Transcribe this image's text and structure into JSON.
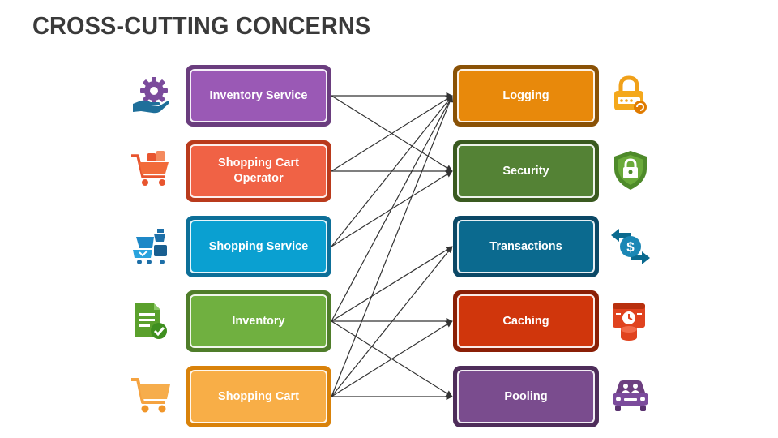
{
  "title": "CROSS-CUTTING CONCERNS",
  "left_nodes": [
    {
      "label": "Inventory Service",
      "outer": "#6a3d7e",
      "inner": "#9a59b5",
      "icon": "gear-hand-icon"
    },
    {
      "label": "Shopping Cart\nOperator",
      "outer": "#b93a1c",
      "inner": "#f06245",
      "icon": "shopping-cart-boxes-icon"
    },
    {
      "label": "Shopping Service",
      "outer": "#0d6f98",
      "inner": "#0aa0d1",
      "icon": "online-shopping-icon"
    },
    {
      "label": "Inventory",
      "outer": "#4f7d2a",
      "inner": "#70b040",
      "icon": "checklist-icon"
    },
    {
      "label": "Shopping Cart",
      "outer": "#d9820a",
      "inner": "#f8ae47",
      "icon": "shopping-cart-icon"
    }
  ],
  "right_nodes": [
    {
      "label": "Logging",
      "outer": "#8a5206",
      "inner": "#e8890b",
      "icon": "padlock-password-icon"
    },
    {
      "label": "Security",
      "outer": "#3a5a20",
      "inner": "#548235",
      "icon": "shield-lock-icon"
    },
    {
      "label": "Transactions",
      "outer": "#0b4866",
      "inner": "#0b6a8f",
      "icon": "dollar-exchange-icon"
    },
    {
      "label": "Caching",
      "outer": "#8a1f06",
      "inner": "#d0360c",
      "icon": "cache-database-icon"
    },
    {
      "label": "Pooling",
      "outer": "#4e2d5a",
      "inner": "#7a4c8e",
      "icon": "car-pooling-icon"
    }
  ],
  "connections": [
    [
      0,
      0
    ],
    [
      0,
      1
    ],
    [
      1,
      0
    ],
    [
      1,
      1
    ],
    [
      2,
      0
    ],
    [
      2,
      1
    ],
    [
      3,
      0
    ],
    [
      3,
      2
    ],
    [
      3,
      3
    ],
    [
      3,
      4
    ],
    [
      4,
      0
    ],
    [
      4,
      2
    ],
    [
      4,
      3
    ],
    [
      4,
      4
    ]
  ]
}
